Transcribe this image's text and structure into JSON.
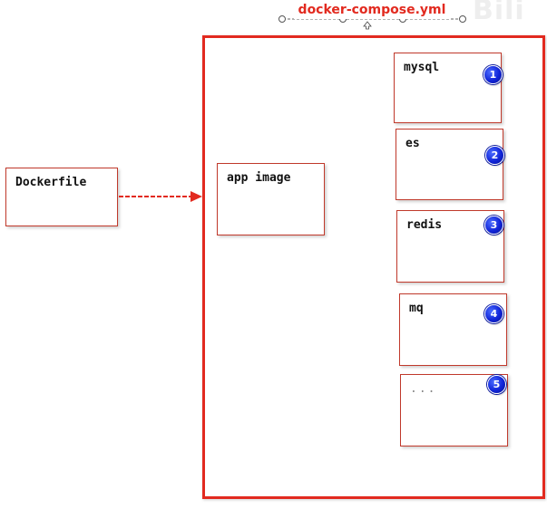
{
  "title": "docker-compose.yml",
  "colors": {
    "frame": "#e22a1f",
    "box_border": "#c0392b",
    "badge": "#1024d8"
  },
  "dockerfile": {
    "label": "Dockerfile"
  },
  "app_image": {
    "label": "app image"
  },
  "services": [
    {
      "label": "mysql",
      "badge": "1"
    },
    {
      "label": "es",
      "badge": "2"
    },
    {
      "label": "redis",
      "badge": "3"
    },
    {
      "label": "mq",
      "badge": "4"
    },
    {
      "label": "...",
      "badge": "5"
    }
  ],
  "watermark": "Bili"
}
